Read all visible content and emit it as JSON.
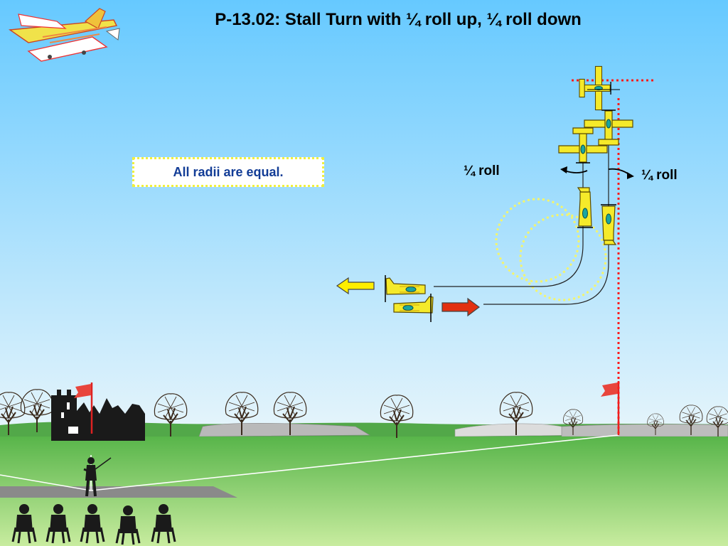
{
  "title": "P-13.02: Stall Turn with ¼  roll up, ¼  roll down",
  "note": "All radii are equal.",
  "labels": {
    "roll_left": "¼  roll",
    "roll_right": "¼  roll"
  },
  "colors": {
    "sky_top": "#66c9ff",
    "sky_bottom": "#e4f4fb",
    "grass": "#9cd67b",
    "aircraft": "#f5ea2a",
    "guide_line": "#ff1a1a",
    "radius_circle": "#f5f56a",
    "exit_arrow": "#ffee00",
    "entry_arrow": "#e23010"
  },
  "icons": [
    "aircraft-logo",
    "castle-silhouette",
    "flag",
    "tree",
    "pilot-figure",
    "judge-figure"
  ]
}
